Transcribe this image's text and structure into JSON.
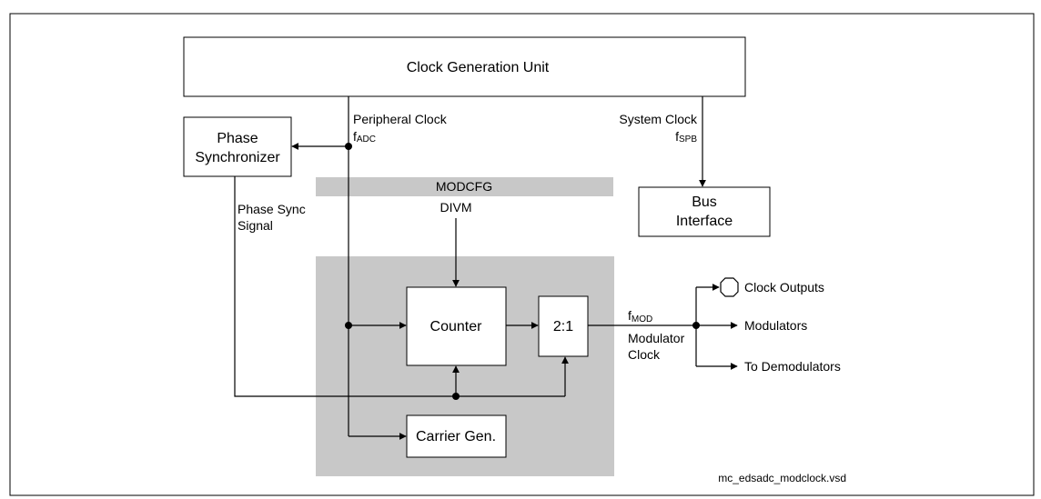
{
  "blocks": {
    "cgu": "Clock Generation Unit",
    "phase_sync_line1": "Phase",
    "phase_sync_line2": "Synchronizer",
    "bus_line1": "Bus",
    "bus_line2": "Interface",
    "counter": "Counter",
    "mux": "2:1",
    "carrier": "Carrier Gen.",
    "modcfg": "MODCFG"
  },
  "signals": {
    "peripheral_clock": "Peripheral Clock",
    "fadc_base": "f",
    "fadc_sub": "ADC",
    "system_clock": "System Clock",
    "fspb_base": "f",
    "fspb_sub": "SPB",
    "phase_sync_line1": "Phase Sync",
    "phase_sync_line2": "Signal",
    "divm": "DIVM",
    "fmod_base": "f",
    "fmod_sub": "MOD",
    "modulator_clock_line1": "Modulator",
    "modulator_clock_line2": "Clock"
  },
  "outputs": {
    "clock_outputs": "Clock Outputs",
    "modulators": "Modulators",
    "demodulators": "To Demodulators"
  },
  "footer": {
    "filename": "mc_edsadc_modclock.vsd"
  },
  "colors": {
    "shade": "#c8c8c8",
    "line": "#000000"
  }
}
